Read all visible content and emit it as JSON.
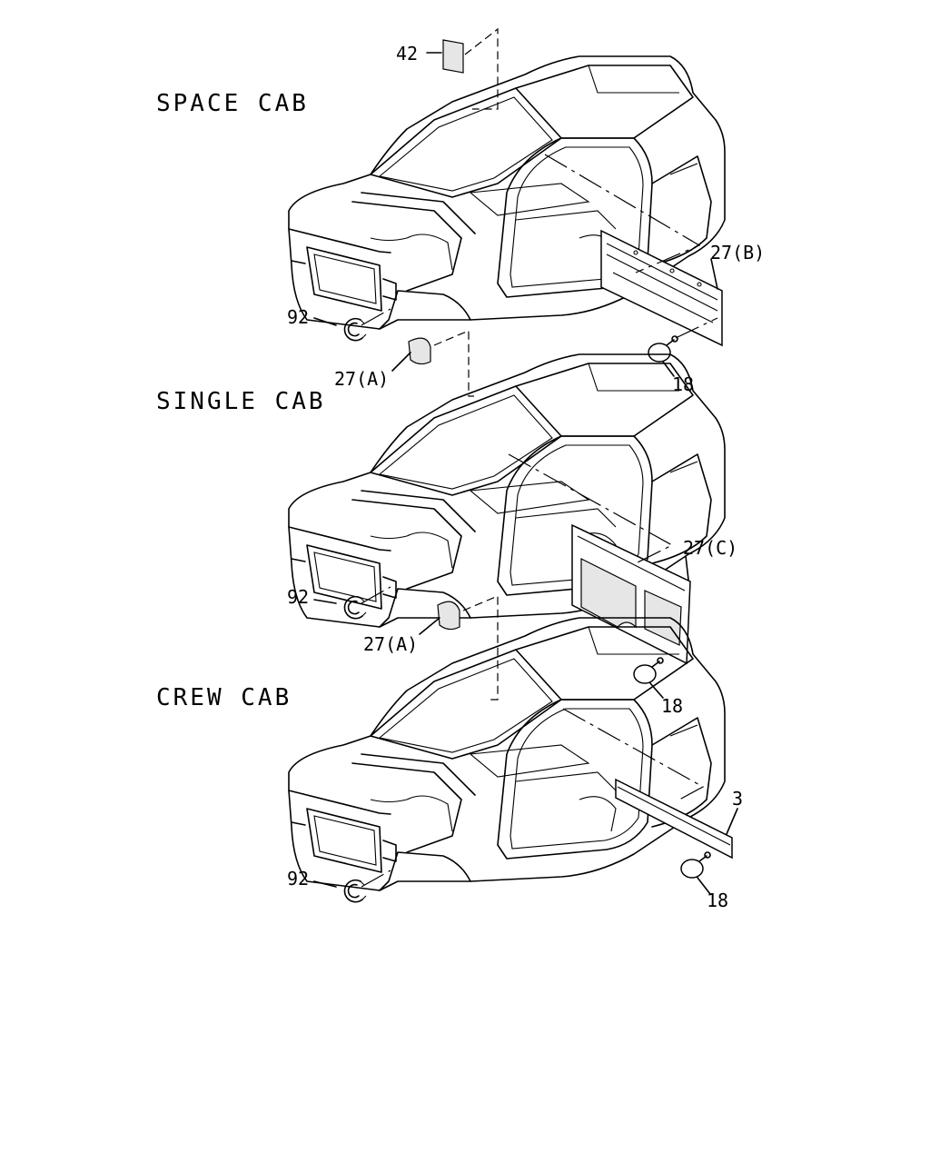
{
  "sections": [
    {
      "label": "SPACE CAB",
      "callouts": {
        "part_42": "42",
        "part_27b": "27(B)",
        "part_92": "92",
        "part_18": "18"
      }
    },
    {
      "label": "SINGLE CAB",
      "callouts": {
        "part_27a": "27(A)",
        "part_27c": "27(C)",
        "part_92": "92",
        "part_18": "18"
      }
    },
    {
      "label": "CREW CAB",
      "callouts": {
        "part_27a": "27(A)",
        "part_3": "3",
        "part_92": "92",
        "part_18": "18"
      }
    }
  ]
}
